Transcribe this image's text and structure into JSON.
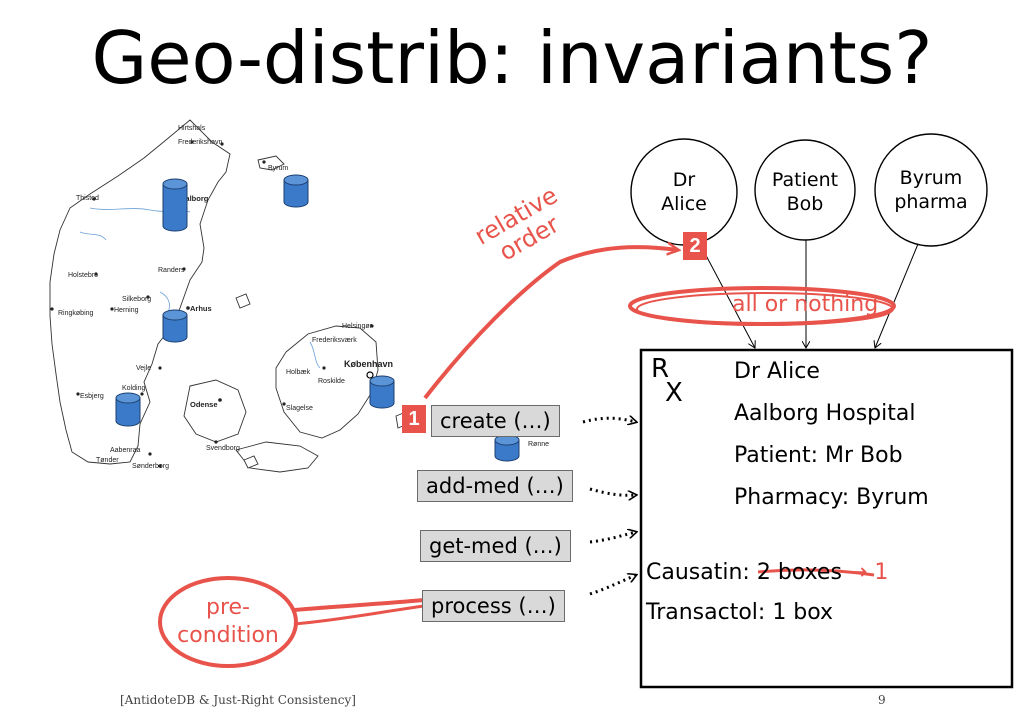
{
  "title": "Geo-distrib: invariants?",
  "map": {
    "places": [
      {
        "id": "hirtshals",
        "label": "Hirtshals"
      },
      {
        "id": "frederikshavn",
        "label": "Frederikshavn"
      },
      {
        "id": "byrum",
        "label": "Byrum"
      },
      {
        "id": "thisted",
        "label": "Thisted"
      },
      {
        "id": "aalborg",
        "label": "Aalborg"
      },
      {
        "id": "holstebro",
        "label": "Holstebro"
      },
      {
        "id": "randers",
        "label": "Randers"
      },
      {
        "id": "silkeborg",
        "label": "Silkeborg"
      },
      {
        "id": "ringkobing",
        "label": "Ringkøbing"
      },
      {
        "id": "herning",
        "label": "Herning"
      },
      {
        "id": "arhus",
        "label": "Arhus"
      },
      {
        "id": "helsingor",
        "label": "Helsingør"
      },
      {
        "id": "frederiksvaerk",
        "label": "Frederiksværk"
      },
      {
        "id": "kobenhavn",
        "label": "København"
      },
      {
        "id": "holbaek",
        "label": "Holbæk"
      },
      {
        "id": "roskilde",
        "label": "Roskilde"
      },
      {
        "id": "vejle",
        "label": "Vejle"
      },
      {
        "id": "esbjerg",
        "label": "Esbjerg"
      },
      {
        "id": "kolding",
        "label": "Kolding"
      },
      {
        "id": "odense",
        "label": "Odense"
      },
      {
        "id": "slagelse",
        "label": "Slagelse"
      },
      {
        "id": "ronne",
        "label": "Rønne"
      },
      {
        "id": "aabenraa",
        "label": "Aabenraa"
      },
      {
        "id": "svendborg",
        "label": "Svendborg"
      },
      {
        "id": "tonder",
        "label": "Tønder"
      },
      {
        "id": "sonderborg",
        "label": "Sønderborg"
      }
    ]
  },
  "actors": [
    {
      "id": "dr-alice",
      "line1": "Dr",
      "line2": "Alice"
    },
    {
      "id": "patient-bob",
      "line1": "Patient",
      "line2": "Bob"
    },
    {
      "id": "byrum-pharma",
      "line1": "Byrum",
      "line2": "pharma"
    }
  ],
  "operations": [
    "create (…)",
    "add-med (…)",
    "get-med (…)",
    "process (…)"
  ],
  "prescription": {
    "symbol_r": "R",
    "symbol_x": "X",
    "lines": [
      "Dr Alice",
      "Aalborg Hospital",
      "Patient: Mr Bob",
      "Pharmacy: Byrum"
    ],
    "med1_label": "Causatin: ",
    "med1_old": "2 boxes",
    "med1_new": " → 1",
    "med2": "Transactol: 1 box"
  },
  "annotations": {
    "relative_order_1": "relative",
    "relative_order_2": "order",
    "all_or_nothing": "all or nothing",
    "precondition_1": "pre-",
    "precondition_2": "condition",
    "badge_1": "1",
    "badge_2": "2"
  },
  "footer": "[AntidoteDB & Just-Right Consistency]",
  "page_number": "9",
  "colors": {
    "accent_red": "#e8544b",
    "cylinder_blue": "#3a7ac8",
    "op_box_gray": "#d9d9d9"
  }
}
